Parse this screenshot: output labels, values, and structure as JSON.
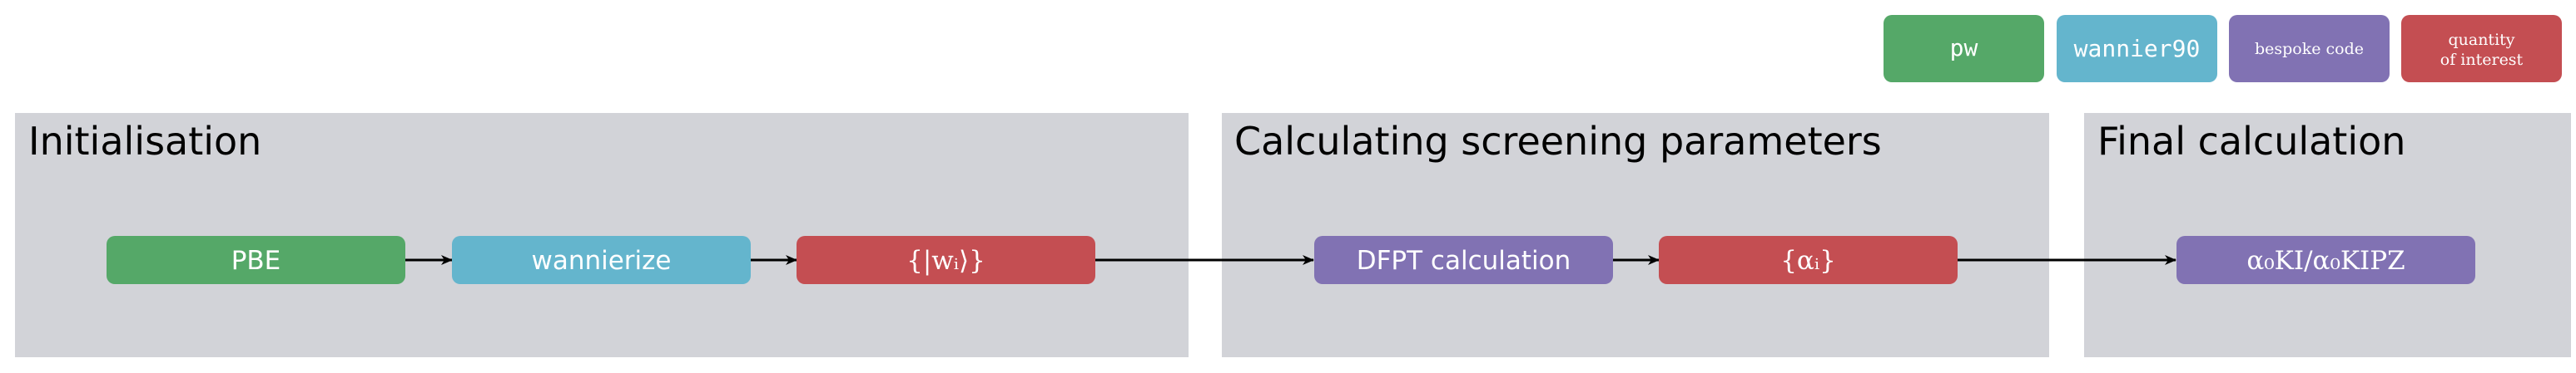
{
  "colors": {
    "pw": "#55a868",
    "wannier90": "#64b5cd",
    "bespoke": "#8172b3",
    "quantity": "#c44e52",
    "panel": "#d2d3d8",
    "arrow": "#000000"
  },
  "legend": [
    {
      "id": "pw",
      "lines": [
        "pw"
      ],
      "style": "mono",
      "color_key": "pw"
    },
    {
      "id": "wannier90",
      "lines": [
        "wannier90"
      ],
      "style": "mono",
      "color_key": "wannier90"
    },
    {
      "id": "bespoke",
      "lines": [
        "bespoke code"
      ],
      "style": "serif",
      "color_key": "bespoke"
    },
    {
      "id": "quantity",
      "lines": [
        "quantity",
        "of interest"
      ],
      "style": "serif",
      "color_key": "quantity"
    }
  ],
  "panels": [
    {
      "id": "initialisation",
      "title": "Initialisation"
    },
    {
      "id": "screening",
      "title": "Calculating screening parameters"
    },
    {
      "id": "final",
      "title": "Final calculation"
    }
  ],
  "nodes": [
    {
      "id": "pbe",
      "label": "PBE",
      "color_key": "pw",
      "math": false
    },
    {
      "id": "wannierize",
      "label": "wannierize",
      "color_key": "wannier90",
      "math": false
    },
    {
      "id": "wannier-functions",
      "label": "{|wᵢ⟩}",
      "color_key": "quantity",
      "math": true
    },
    {
      "id": "dfpt",
      "label": "DFPT calculation",
      "color_key": "bespoke",
      "math": false
    },
    {
      "id": "alphas",
      "label": "{αᵢ}",
      "color_key": "quantity",
      "math": true
    },
    {
      "id": "ki-kipz",
      "label": "α₀KI/α₀KIPZ",
      "color_key": "bespoke",
      "math": true
    }
  ],
  "edges": [
    {
      "from": "pbe",
      "to": "wannierize"
    },
    {
      "from": "wannierize",
      "to": "wannier-functions"
    },
    {
      "from": "wannier-functions",
      "to": "dfpt"
    },
    {
      "from": "dfpt",
      "to": "alphas"
    },
    {
      "from": "alphas",
      "to": "ki-kipz"
    }
  ]
}
